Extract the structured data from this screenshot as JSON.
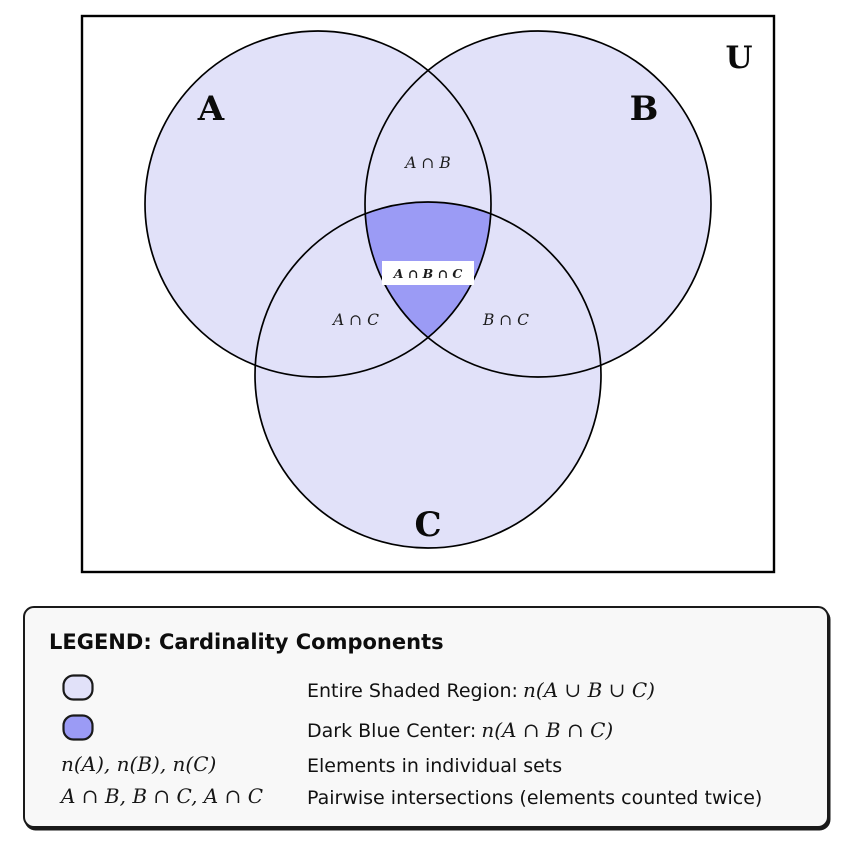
{
  "venn": {
    "universe_label": "U",
    "set_a_label": "A",
    "set_b_label": "B",
    "set_c_label": "C",
    "region_ab": "A ∩ B",
    "region_abc": "A ∩ B ∩ C",
    "region_ac": "A ∩ C",
    "region_bc": "B ∩ C",
    "colors": {
      "set_fill": "#e1e1f9",
      "center_fill": "#9b9bf5",
      "outline": "#000000",
      "label_bg": "#ffffff"
    }
  },
  "legend": {
    "title": "LEGEND: Cardinality Components",
    "rows": [
      {
        "swatch": "light",
        "label": "Entire Shaded Region:",
        "math": "n(A ∪ B ∪ C)"
      },
      {
        "swatch": "dark",
        "label": "Dark Blue Center:",
        "math": "n(A ∩ B ∩ C)"
      },
      {
        "left_math": "n(A), n(B), n(C)",
        "desc": "Elements in individual sets"
      },
      {
        "left_math": "A ∩ B, B ∩ C, A ∩ C",
        "desc": "Pairwise intersections (elements counted twice)"
      }
    ]
  }
}
